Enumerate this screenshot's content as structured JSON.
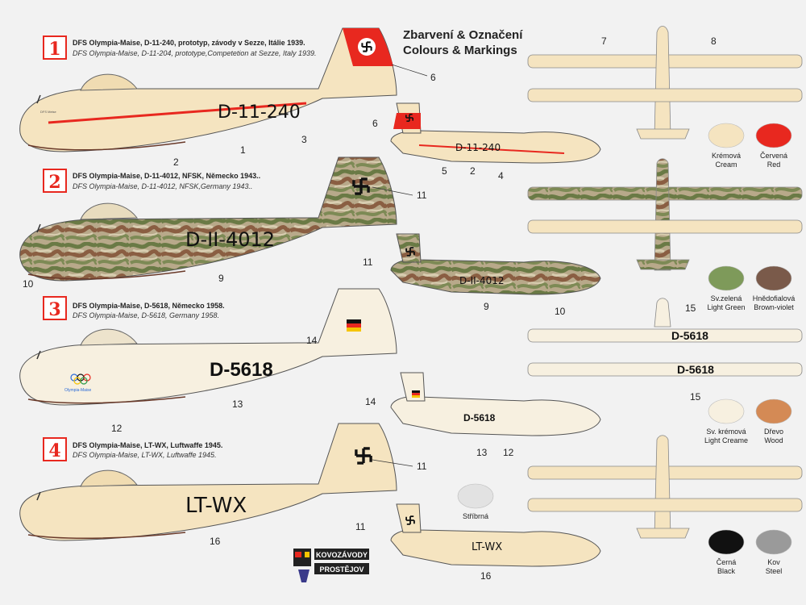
{
  "header": {
    "title_line1": "Zbarvení & Označení",
    "title_line2": "Colours & Markings"
  },
  "variants": [
    {
      "number": "1",
      "title": "DFS Olympia-Maise, D-11-240, prototyp, závody v Sezze, Itálie 1939.",
      "subtitle": "DFS Olympia-Maise, D-11-204, prototype,Competetion at Sezze, Italy 1939.",
      "registration": "D-11-240",
      "nose_text": "DFS Meise",
      "callouts_side": [
        "2",
        "1",
        "3",
        "6"
      ],
      "callouts_small": [
        "6",
        "5",
        "2",
        "4"
      ]
    },
    {
      "number": "2",
      "title": "DFS Olympia-Maise, D-11-4012, NFSK, Německo 1943..",
      "subtitle": "DFS Olympia-Maise, D-11-4012, NFSK,Germany 1943..",
      "registration": "D-II-4012",
      "callouts_side": [
        "10",
        "9",
        "11"
      ],
      "callouts_small": [
        "11",
        "9",
        "10"
      ]
    },
    {
      "number": "3",
      "title": "DFS Olympia-Maise, D-5618, Německo 1958.",
      "subtitle": "DFS Olympia-Maise, D-5618, Germany 1958.",
      "registration": "D-5618",
      "nose_text": "Olympia-Maise",
      "callouts_side": [
        "14",
        "13",
        "12"
      ],
      "callouts_small": [
        "14",
        "13",
        "12"
      ]
    },
    {
      "number": "4",
      "title": "DFS Olympia-Maise, LT-WX, Luftwaffe 1945.",
      "subtitle": "DFS Olympia-Maise, LT-WX, Luftwaffe 1945.",
      "registration": "LT-WX",
      "callouts_side": [
        "11",
        "16"
      ],
      "callouts_small": [
        "11",
        "16"
      ]
    }
  ],
  "planforms": {
    "callouts_top": [
      "7",
      "8"
    ],
    "callouts_v3": [
      "15",
      "15"
    ],
    "reg_v3": "D-5618"
  },
  "swatches": [
    {
      "cz": "Krémová",
      "en": "Cream",
      "color": "#f5e4c0"
    },
    {
      "cz": "Červená",
      "en": "Red",
      "color": "#e8281f"
    },
    {
      "cz": "Sv.zelená",
      "en": "Light Green",
      "color": "#7e9a5a"
    },
    {
      "cz": "Hnědofialová",
      "en": "Brown-violet",
      "color": "#7a5a4a"
    },
    {
      "cz": "Sv. krémová",
      "en": "Light Creame",
      "color": "#f7f0e0"
    },
    {
      "cz": "Dřevo",
      "en": "Wood",
      "color": "#d48a55"
    },
    {
      "cz": "Stříbrná",
      "en": "",
      "color": "#e2e2e2"
    },
    {
      "cz": "Černá",
      "en": "Black",
      "color": "#111111"
    },
    {
      "cz": "Kov",
      "en": "Steel",
      "color": "#9a9a9a"
    }
  ],
  "logo": {
    "line1": "KOVOZÁVODY",
    "line2": "PROSTĚJOV"
  },
  "colors": {
    "cream": "#f5e4c0",
    "light_cream": "#f7f0e0",
    "red": "#e8281f",
    "camo_green": "#8a8f5a",
    "camo_brown": "#8a6a4a",
    "background": "#f2f2f2"
  }
}
